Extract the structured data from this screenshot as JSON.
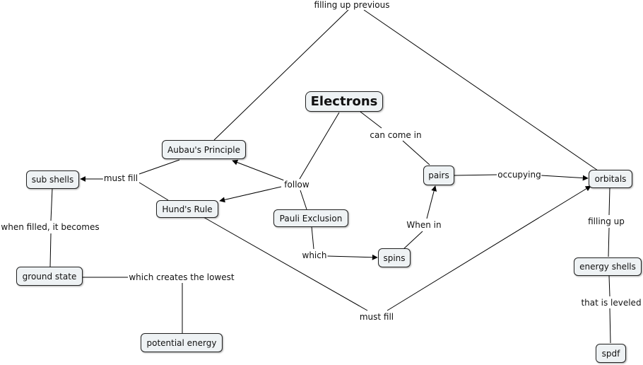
{
  "concepts": {
    "electrons": "Electrons",
    "aubau": "Aubau's Principle",
    "sub_shells": "sub shells",
    "hunds_rule": "Hund's Rule",
    "pauli": "Pauli Exclusion",
    "pairs": "pairs",
    "orbitals": "orbitals",
    "spins": "spins",
    "ground_state": "ground state",
    "potential_energy": "potential energy",
    "energy_shells": "energy shells",
    "spdf": "spdf"
  },
  "links": {
    "filling_up_previous": "filling up previous",
    "can_come_in": "can come in",
    "must_fill_left": "must fill",
    "follow": "follow",
    "occupying": "occupying",
    "when_filled": "when filled, it becomes",
    "filling_up": "filling up",
    "when_in": "When in",
    "which": "which",
    "which_creates": "which creates the lowest",
    "that_is_leveled": "that is leveled",
    "must_fill_bottom": "must fill"
  }
}
